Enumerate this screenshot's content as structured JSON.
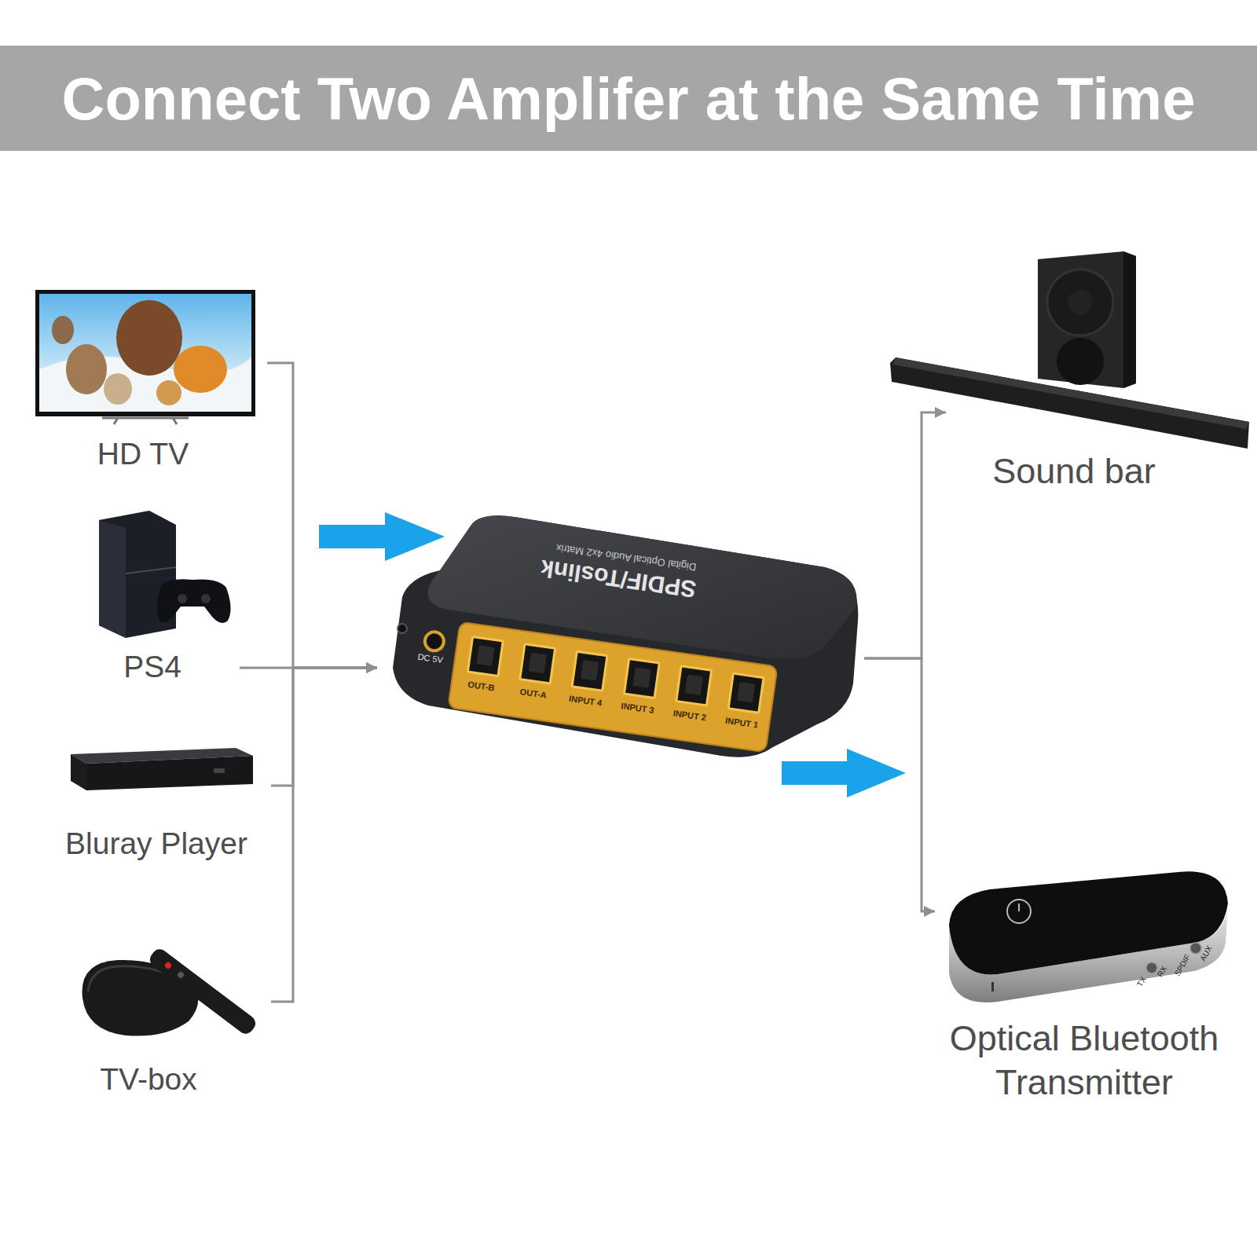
{
  "diagram": {
    "title": "Connect Two Amplifer at the Same Time",
    "nodes": [
      {
        "text": [
          "HD TV"
        ]
      },
      {
        "text": [
          "PS4"
        ]
      },
      {
        "text": [
          "Bluray Player"
        ]
      },
      {
        "text": [
          "TV-box"
        ]
      },
      {
        "text": [
          "SPDIF/Toslink",
          "Digital Optical Audio 4x2 Matrix"
        ]
      },
      {
        "text": [
          "Sound bar"
        ]
      },
      {
        "text": [
          "Optical Bluetooth Transmitter"
        ]
      }
    ],
    "edges": [
      {
        "from": 0,
        "to": 4,
        "arrow": "to"
      },
      {
        "from": 1,
        "to": 4,
        "arrow": "to"
      },
      {
        "from": 2,
        "to": 4,
        "arrow": "to"
      },
      {
        "from": 3,
        "to": 4,
        "arrow": "to"
      },
      {
        "from": 4,
        "to": 5,
        "arrow": "to"
      },
      {
        "from": 4,
        "to": 6,
        "arrow": "to"
      }
    ],
    "labels": [
      "DC 5V",
      "OUT-B",
      "OUT-A",
      "INPUT 4",
      "INPUT 3",
      "INPUT 2",
      "INPUT 1",
      "TX",
      "RX",
      "SPDIF",
      "AUX"
    ]
  }
}
